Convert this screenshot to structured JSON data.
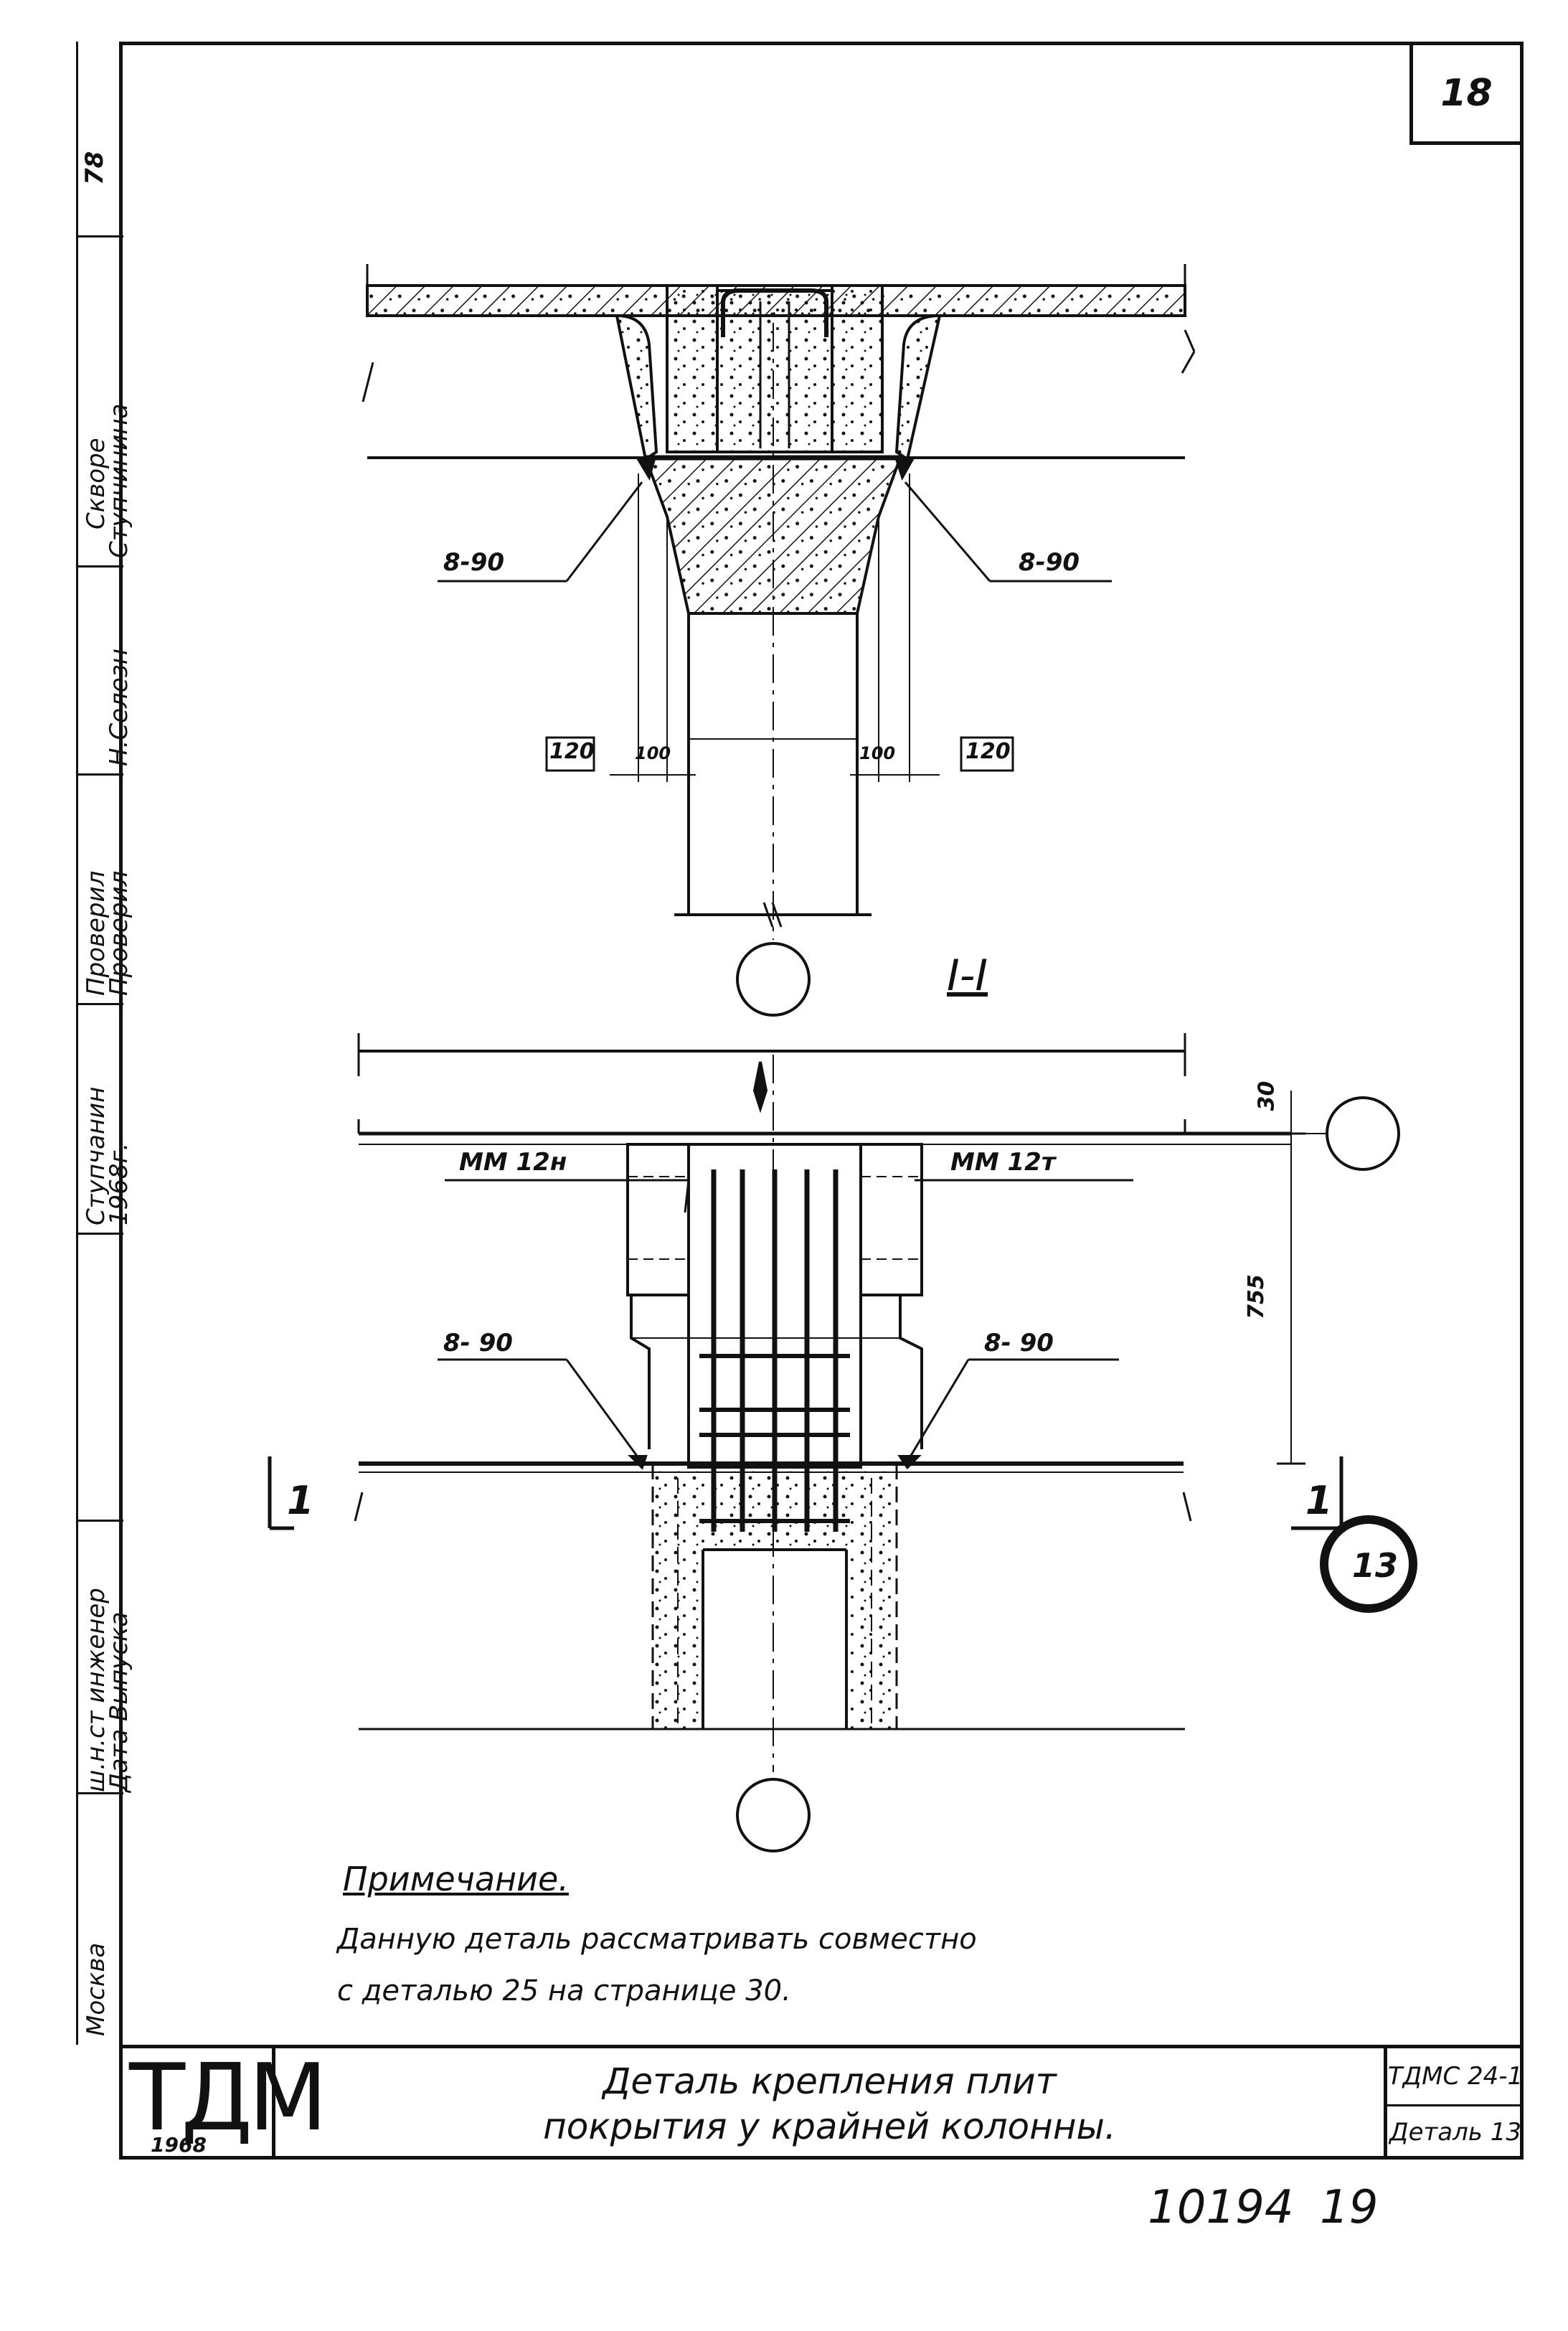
{
  "sheet": {
    "number": "18",
    "corner_mark": "78"
  },
  "left_strip": {
    "roles": [
      "Скворе",
      "Проверил",
      "Проверил",
      "Ступчанин",
      "ш.н.ст инженер",
      "Дата Выпуска"
    ],
    "names": [
      "Ступчинина",
      "Н.Селезн",
      "1968г.",
      "Выпуска",
      "Москва"
    ],
    "city": "Москва"
  },
  "drawing": {
    "top": {
      "weld_left": "8-90",
      "weld_right": "8-90",
      "dim_120_left": "120",
      "dim_100_left": "100",
      "dim_100_right": "100",
      "dim_120_right": "120"
    },
    "section_title": "I-I",
    "bottom": {
      "mm_left": "ММ 12н",
      "mm_right": "ММ 12т",
      "weld_left": "8- 90",
      "weld_right": "8- 90",
      "dim_30": "30",
      "dim_755": "755",
      "section_mark_left": "1",
      "section_mark_right": "1"
    },
    "detail_number": "13"
  },
  "note": {
    "heading": "Примечание.",
    "line1": "Данную деталь рассматривать совместно",
    "line2": "с деталью 25 на странице 30."
  },
  "title_block": {
    "logo": "ТДМ",
    "year": "1968",
    "title_line1": "Деталь крепления плит",
    "title_line2": "покрытия у крайней колонны.",
    "code": "ТДМС 24-1",
    "detail": "Деталь 13"
  },
  "footer": {
    "number": "10194",
    "page": "19"
  }
}
